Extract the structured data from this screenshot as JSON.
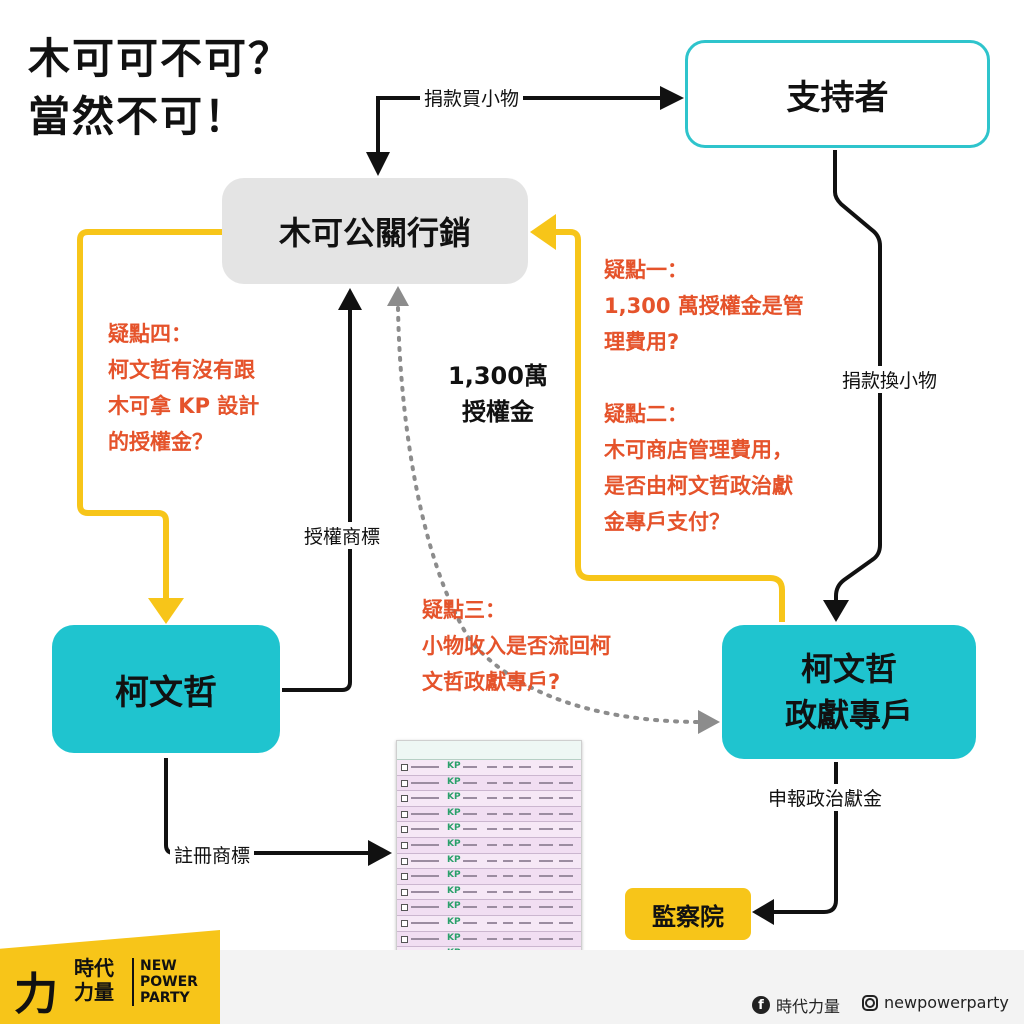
{
  "title": {
    "line1": "木可可不可？",
    "line2": "當然不可！"
  },
  "nodes": {
    "supporter": "支持者",
    "pr": "木可公關行銷",
    "ko": "柯文哲",
    "account_line1": "柯文哲",
    "account_line2": "政獻專戶",
    "control_yuan": "監察院"
  },
  "edge_labels": {
    "donate_buy": "捐款買小物",
    "donate_exchange": "捐款換小物",
    "license_trademark": "授權商標",
    "register_trademark": "註冊商標",
    "report_donation": "申報政治獻金"
  },
  "money": {
    "line1": "1,300萬",
    "line2": "授權金"
  },
  "questions": {
    "q1": [
      "疑點一：",
      "1,300 萬授權金是管",
      "理費用?"
    ],
    "q2": [
      "疑點二：",
      "木可商店管理費用，",
      "是否由柯文哲政治獻",
      "金專戶支付？"
    ],
    "q3": [
      "疑點三：",
      "小物收入是否流回柯",
      "文哲政獻專戶?"
    ],
    "q4": [
      "疑點四：",
      "柯文哲有沒有跟",
      "木可拿 KP 設計",
      "的授權金？"
    ]
  },
  "footer": {
    "logo_mark": "力",
    "logo_zh_line1": "時代",
    "logo_zh_line2": "力量",
    "logo_en_line1": "NEW",
    "logo_en_line2": "POWER",
    "logo_en_line3": "PARTY",
    "facebook_name": "時代力量",
    "instagram_name": "newpowerparty"
  },
  "document": {
    "kp_mark": "KP"
  },
  "colors": {
    "yellow": "#f7c519",
    "teal": "#1fc4cf",
    "teal_border": "#2ec4cc",
    "grey_node": "#e4e4e4",
    "question_red": "#e5532b",
    "arrow_black": "#111111",
    "dotted_grey": "#8c8c8c"
  },
  "icons": [
    "facebook-icon",
    "instagram-icon",
    "party-logo-icon",
    "trademark-document-icon"
  ]
}
